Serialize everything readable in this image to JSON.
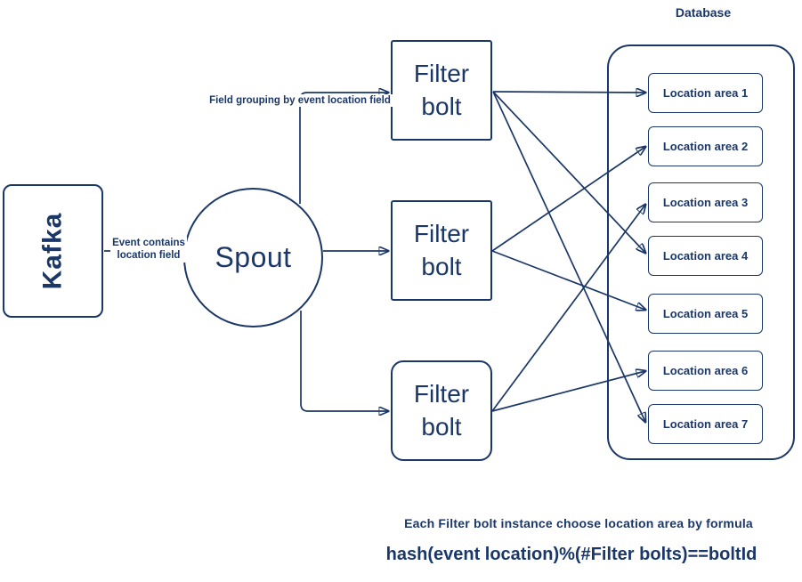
{
  "nodes": {
    "kafka": {
      "label": "Kafka"
    },
    "spout": {
      "label": "Spout"
    },
    "filter_bolts": [
      {
        "label": "Filter bolt"
      },
      {
        "label": "Filter bolt"
      },
      {
        "label": "Filter bolt"
      }
    ],
    "database": {
      "label": "Database"
    },
    "location_areas": [
      "Location area 1",
      "Location area 2",
      "Location area 3",
      "Location area 4",
      "Location area 5",
      "Location area 6",
      "Location area 7"
    ]
  },
  "edge_labels": {
    "kafka_to_spout": "Event contains location field",
    "spout_to_bolts": "Field grouping by event location field"
  },
  "edges": {
    "bolt1_targets": [
      "Location area 1",
      "Location area 4",
      "Location area 7"
    ],
    "bolt2_targets": [
      "Location area 2",
      "Location area 5"
    ],
    "bolt3_targets": [
      "Location area 3",
      "Location area 6"
    ]
  },
  "footer": {
    "caption": "Each Filter bolt instance choose location area by formula",
    "formula": "hash(event location)%(#Filter bolts)==boltId"
  },
  "colors": {
    "ink": "#1b3768"
  }
}
